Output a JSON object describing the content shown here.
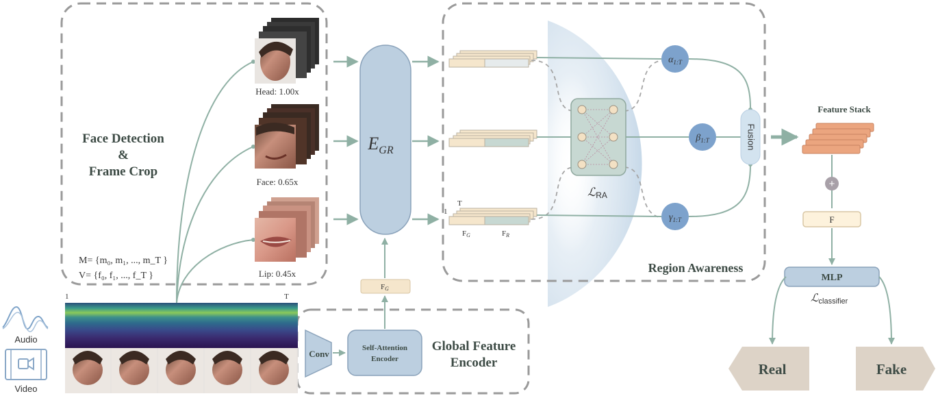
{
  "inputs": {
    "audio_label": "Audio",
    "video_label": "Video",
    "spectrogram_start": "1",
    "spectrogram_end": "T"
  },
  "face_detection": {
    "title_line1": "Face Detection",
    "title_line2": "&",
    "title_line3": "Frame Crop",
    "m_formula": "M= {m₀, m₁, ..., m_T }",
    "v_formula": "V= {f₀, f₁, ..., f_T }"
  },
  "crops": [
    {
      "label": "Head: 1.00x"
    },
    {
      "label": "Face: 0.65x"
    },
    {
      "label": "Lip: 0.45x"
    }
  ],
  "encoder": {
    "name": "E",
    "subscript": "GR"
  },
  "global_encoder": {
    "title_line1": "Global Feature",
    "title_line2": "Encoder",
    "conv": "Conv",
    "attention_line1": "Self-Attention",
    "attention_line2": "Encoder",
    "fg_label": "F",
    "fg_sub": "G"
  },
  "region_awareness": {
    "title": "Region  Awareness",
    "feature_t": "T",
    "feature_one": "1",
    "fg_label": "F",
    "fg_sub": "G",
    "fr_label": "F",
    "fr_sub": "R",
    "loss_symbol": "ℒ",
    "loss_sub": "RA",
    "weights": [
      {
        "symbol": "α",
        "sub": "1:T"
      },
      {
        "symbol": "β",
        "sub": "1:T"
      },
      {
        "symbol": "γ",
        "sub": "1:T"
      }
    ],
    "fusion": "Fusion"
  },
  "classifier": {
    "feature_stack": "Feature Stack",
    "plus": "+",
    "f_label": "F",
    "mlp": "MLP",
    "loss_symbol": "ℒ",
    "loss_sub": "classifier",
    "real": "Real",
    "fake": "Fake"
  },
  "colors": {
    "arrow": "#8fb0a4",
    "dashed_box": "#9a9a9a",
    "encoder_fill": "#bccfe0",
    "weight_circle": "#7da2cc",
    "global_feature": "#f5e6cc",
    "region_feature": "#c7d8d2",
    "feature_stack": "#eba57f",
    "label_shape": "#ddd3c7"
  }
}
